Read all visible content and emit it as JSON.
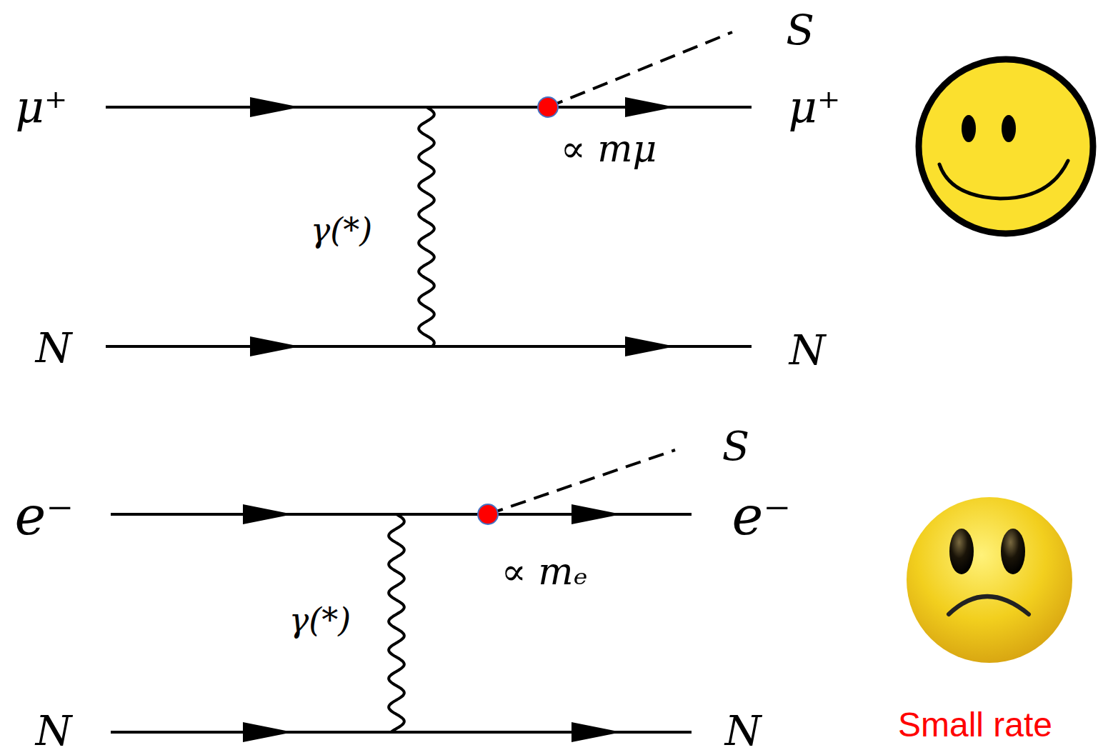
{
  "diagram": {
    "labels": [
      "S",
      "μ⁺",
      "μ⁺",
      "∝ mμ",
      "γ(*)",
      "N",
      "N",
      "S",
      "e⁻",
      "e⁻",
      "∝ mₑ",
      "γ(*)",
      "N",
      "N",
      "Small rate"
    ]
  }
}
